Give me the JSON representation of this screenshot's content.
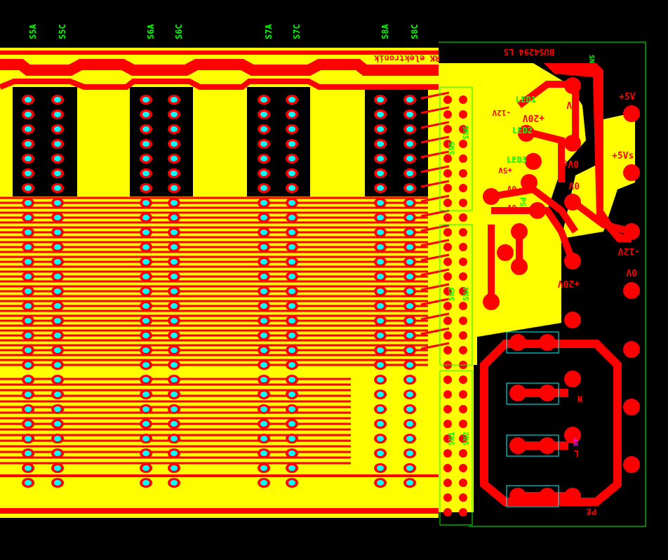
{
  "colors": {
    "background": "#000000",
    "top_copper": "#ff0000",
    "bottom_copper": "#ffff00",
    "silkscreen": "#00ff00",
    "drill": "#00ffff",
    "annotation": "#ff00ff",
    "board_edge": "#00ff00"
  },
  "board": {
    "title_text": "BUS4294 LS",
    "maker_text": "RK elektronik",
    "rev_text": "SN"
  },
  "slot_labels": [
    "S5A",
    "S5C",
    "S6A",
    "S6C",
    "S7A",
    "S7C",
    "S8A",
    "S8C"
  ],
  "connector_labels": {
    "sn5": "SN5",
    "sn6": "SN6",
    "sn3": "SN3",
    "sn4": "SN4",
    "sn1": "SN1",
    "sn2": "SN2"
  },
  "power_labels": {
    "v5_plus": "+5V",
    "v5s_plus": "+5Vs",
    "v12_minus": "-12V",
    "v0_right": "0V",
    "v0_top": "0V",
    "v0s": "0Vs",
    "v0_mid": "0V",
    "v20_top": "+20V",
    "v20_bottom": "+20V",
    "v5_small": "+5V",
    "v12_small": "-12V",
    "v0_small1": "0V",
    "v0_small2": "0V"
  },
  "component_labels": {
    "led1": "LED1",
    "led2": "LED2",
    "led3": "LED3",
    "ps": "PS",
    "n": "N",
    "l": "L",
    "pe": "PE",
    "xp": "XP"
  }
}
